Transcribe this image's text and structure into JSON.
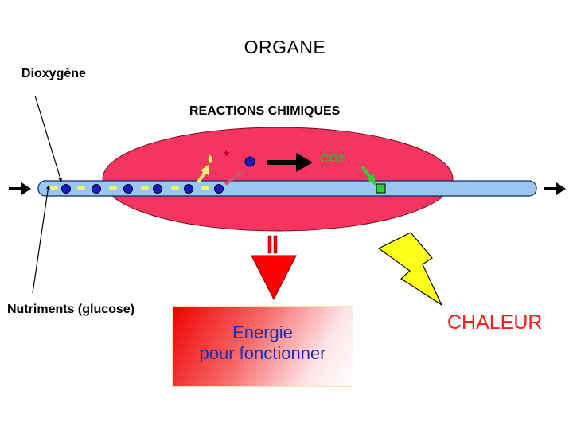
{
  "title": "ORGANE",
  "labels": {
    "dioxygen": "Dioxygène",
    "reactions": "REACTIONS CHIMIQUES",
    "co2": "CO2",
    "plus": "+",
    "nutrients": "Nutriments (glucose)",
    "heat": "CHALEUR"
  },
  "energy": {
    "line1": "Energie",
    "line2": "pour fonctionner"
  },
  "colors": {
    "organ": "#f5355f",
    "vessel": "#99c7ef",
    "oxygen_dot": "#1a1ab8",
    "glucose_dash": "#f7f56b",
    "co2_square": "#33cc33",
    "energy_arrow": "#ff0000",
    "lightning": "#ffff1a",
    "heat_text": "#ff1a1a",
    "energy_text": "#1f2dae"
  }
}
